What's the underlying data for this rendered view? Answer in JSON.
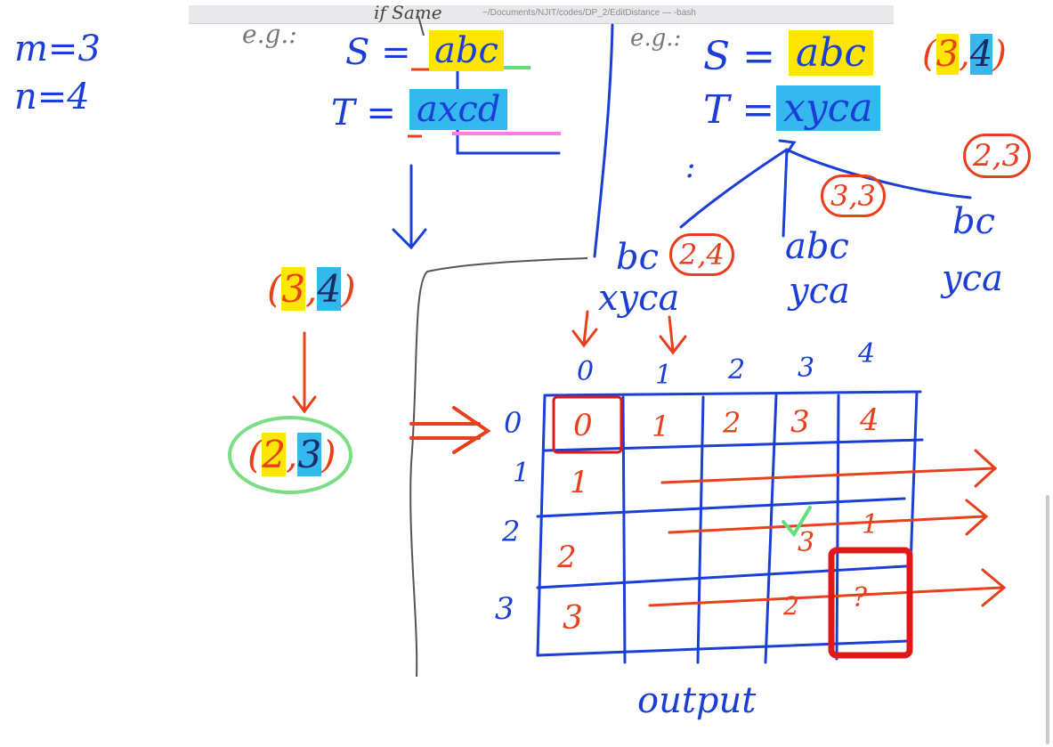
{
  "terminal": {
    "title": "~/Documents/NJIT/codes/DP_2/EditDistance — -bash"
  },
  "left_vars": {
    "m": "m=3",
    "n": "n=4"
  },
  "example1": {
    "eg": "e.g.:",
    "note": "if Same",
    "s_label": "S =",
    "s_value": "abc",
    "t_label": "T =",
    "t_value": "axcd"
  },
  "example2": {
    "eg": "e.g.:",
    "s_label": "S =",
    "s_value": "abc",
    "t_label": "T =",
    "t_value": "xyca",
    "pair": {
      "a": "3",
      "b": "4"
    }
  },
  "tree": {
    "dots": ":",
    "children": [
      {
        "pair": "2,4",
        "s": "bc",
        "t": "xyca"
      },
      {
        "pair": "3,3",
        "s": "abc",
        "t": "yca"
      },
      {
        "pair": "2,3",
        "s": "bc",
        "t": "yca"
      }
    ]
  },
  "left_flow": {
    "top_pair": {
      "a": "3",
      "b": "4"
    },
    "bottom_pair": {
      "a": "2",
      "b": "3"
    }
  },
  "dp_table": {
    "col_headers": [
      "0",
      "1",
      "2",
      "3",
      "4"
    ],
    "row_headers": [
      "0",
      "1",
      "2",
      "3"
    ],
    "row0": [
      "0",
      "1",
      "2",
      "3",
      "4"
    ],
    "col0": [
      "1",
      "2",
      "3"
    ],
    "extras": {
      "r2c3": "3",
      "r2c4": "1",
      "r3c3": "2",
      "r3c4": "?"
    }
  },
  "output_label": "output",
  "colors": {
    "ink_blue": "#1b3fd6",
    "ink_red": "#e8401c",
    "highlight_yellow": "#ffe600",
    "highlight_cyan": "#35b8ee",
    "ink_green": "#5ee07a",
    "box_red": "#e01818"
  }
}
